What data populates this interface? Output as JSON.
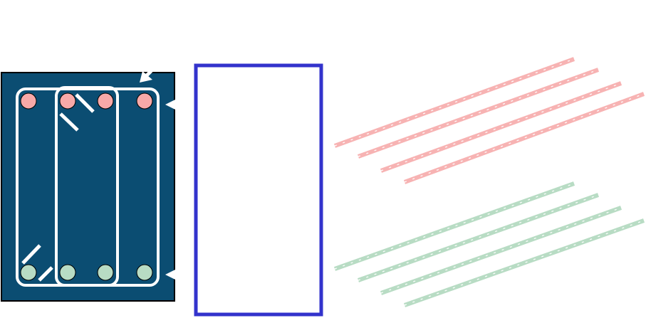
{
  "colors": {
    "background": "#ffffff",
    "section_fill": "#0b4d72",
    "section_border": "#000000",
    "stirrup": "#ffffff",
    "top_bar": "#f7a9a8",
    "bottom_bar": "#b8dcc4",
    "frame": "#3333cc",
    "pointer": "#ffffff",
    "top_hatch": "#f7b3b3",
    "bottom_hatch": "#b8dcc4"
  },
  "diagram": {
    "top_bar_count": 4,
    "bottom_bar_count": 4,
    "top_hatch_lines": 4,
    "bottom_hatch_lines": 4,
    "icons": [
      "beam-cross-section",
      "stirrup-hook",
      "arrow-pointer"
    ]
  }
}
